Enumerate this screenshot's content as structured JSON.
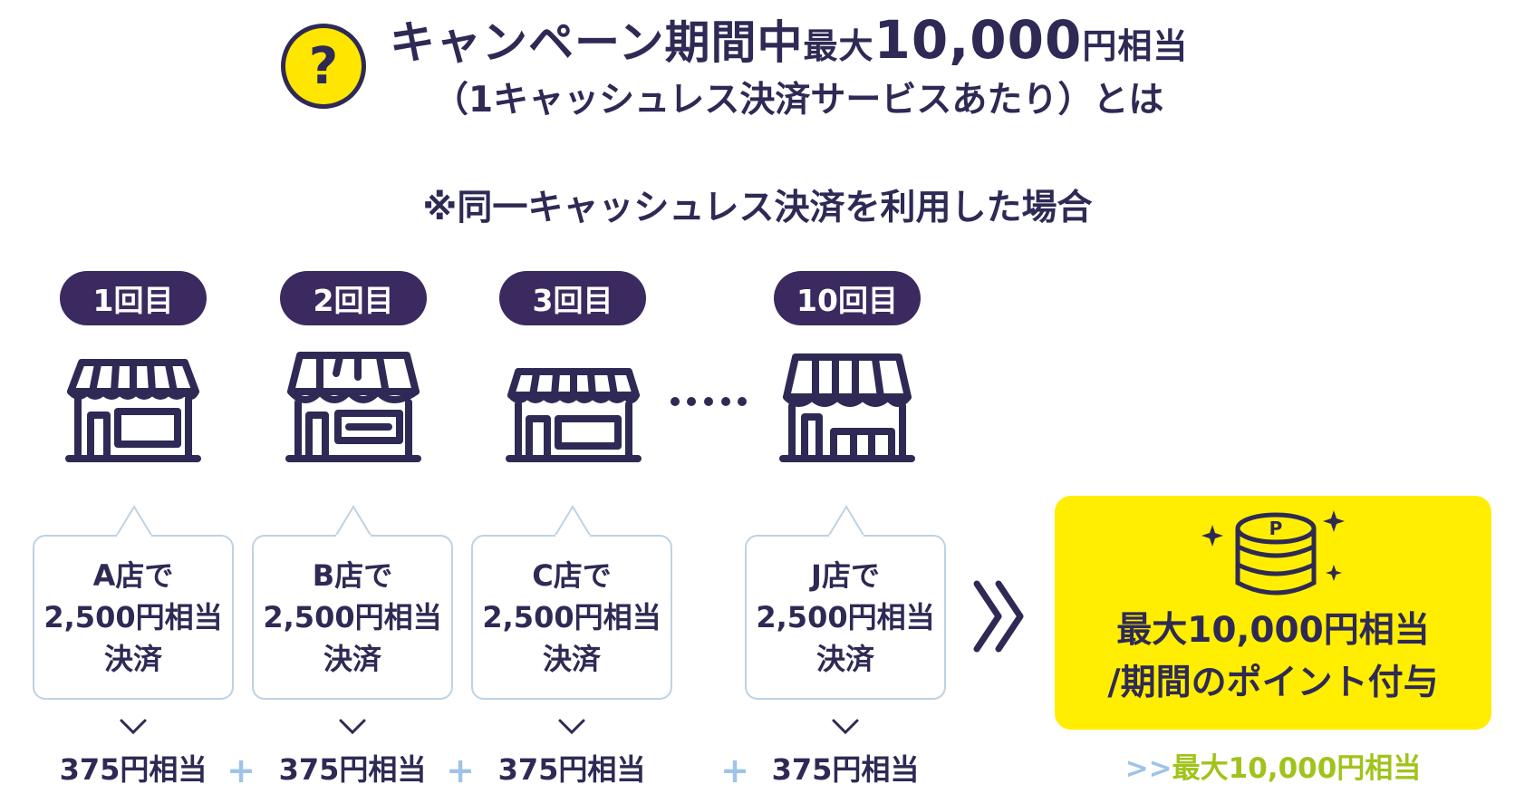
{
  "header": {
    "question_mark": "?",
    "title_part1": "キャンペーン期間中",
    "title_part2": "最大",
    "title_part3": "10,000",
    "title_part4": "円相当",
    "subtitle": "（1キャッシュレス決済サービスあたり）とは"
  },
  "note": "※同一キャッシュレス決済を利用した場合",
  "steps": [
    {
      "badge": "1回目",
      "shop": "A店で",
      "amount_line": "2,500円相当",
      "action": "決済",
      "reward": "375円相当"
    },
    {
      "badge": "2回目",
      "shop": "B店で",
      "amount_line": "2,500円相当",
      "action": "決済",
      "reward": "375円相当"
    },
    {
      "badge": "3回目",
      "shop": "C店で",
      "amount_line": "2,500円相当",
      "action": "決済",
      "reward": "375円相当"
    },
    {
      "badge": "10回目",
      "shop": "J店で",
      "amount_line": "2,500円相当",
      "action": "決済",
      "reward": "375円相当"
    }
  ],
  "plus_sign": "+",
  "result": {
    "coin_letter": "P",
    "line1": "最大10,000円相当",
    "line2": "/期間のポイント付与",
    "sub_arrows": ">>",
    "sub_value": "最大10,000円相当"
  },
  "colors": {
    "navy": "#2e2a55",
    "badge_bg": "#3b2a5f",
    "yellow": "#ffee00",
    "bubble_border": "#bed2e2",
    "plus": "#9fc3e8",
    "green": "#a0c31b"
  }
}
